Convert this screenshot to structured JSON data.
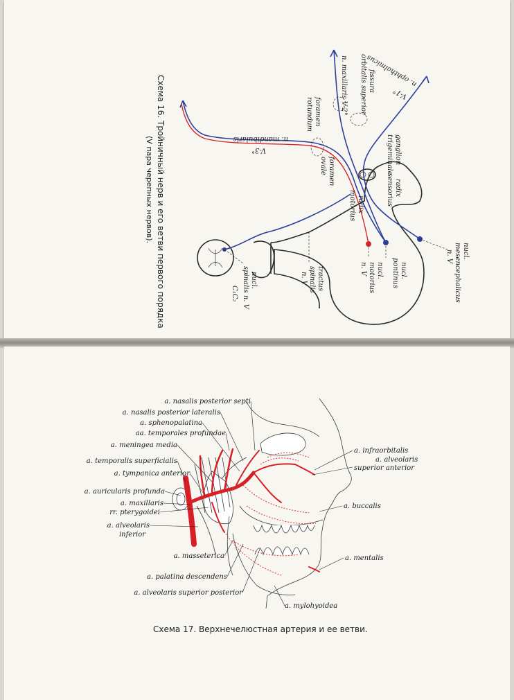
{
  "scheme16": {
    "caption_line1": "Схема 16. Тройничный нерв и его ветви первого порядка",
    "caption_line2": "(V пара черепных нервов).",
    "labels": {
      "n_ophthalmicus": "n. ophthalmicus",
      "v1": "V-1°",
      "fissura": "fissura",
      "orbitalis_superior": "orbitalis superior",
      "n_maxillaris": "n. maxillaris V-2°",
      "foramen_rot1": "foramen",
      "foramen_rot2": "rotundum",
      "ganglion1": "ganglion",
      "ganglion2": "trigeminale",
      "radix_sens1": "radix",
      "radix_sens2": "sensorius",
      "radix_mot1": "radix",
      "radix_mot2": "motorius",
      "n_mandibularis": "n. mandibularis",
      "v3": "V-3°",
      "foramen_ov1": "foramen",
      "foramen_ov2": "ovale",
      "nucl_mes1": "nucl.",
      "nucl_mes2": "mesencephalicus",
      "nucl_mes3": "n. V",
      "nucl_pont1": "nucl.",
      "nucl_pont2": "pontinus",
      "nucl_mot1": "nucl.",
      "nucl_mot2": "motorius",
      "nucl_mot3": "n. V",
      "tractus1": "tractus",
      "tractus2": "spinalis",
      "tractus3": "n. V",
      "nucl_spin1": "nucl.",
      "nucl_spin2": "spinalis n. V",
      "c1c2": "C₁C₂"
    }
  },
  "scheme17": {
    "caption": "Схема 17. Верхнечелюстная артерия и ее ветви.",
    "labels_left": [
      "a. nasalis posterior septi",
      "a. nasalis posterior lateralis",
      "a. sphenopalatina",
      "aa. temporales profundae",
      "a. meningea media",
      "a. temporalis superficialis",
      "a. tympanica anterior",
      "a. auricularis profunda",
      "a. maxillaris",
      "rr. pterygoidei",
      "a. alveolaris",
      "inferior"
    ],
    "labels_right": [
      "a. infraorbitalis",
      "a. alveolaris",
      "superior anterior",
      "a. buccalis",
      "a. mentalis"
    ],
    "labels_bottom": [
      "a. masseterica",
      "a. palatina descendens",
      "a. alveolaris superior posterior",
      "a. mylohyoidea"
    ]
  }
}
